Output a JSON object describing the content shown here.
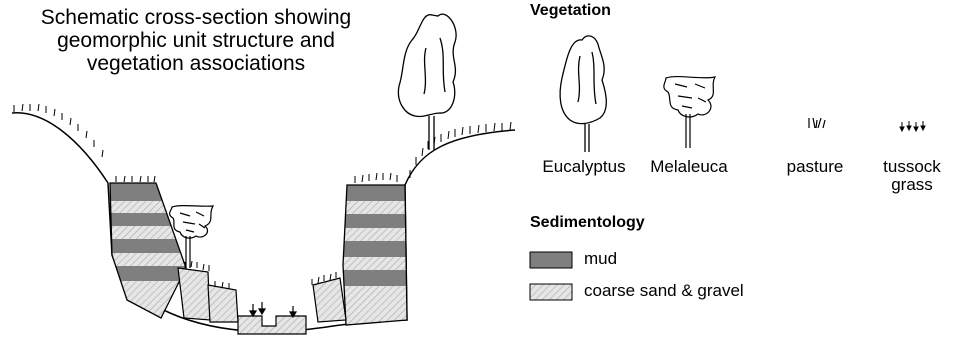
{
  "title_lines": [
    "Schematic cross-section showing",
    "geomorphic unit structure and",
    "vegetation associations"
  ],
  "vegetation": {
    "heading": "Vegetation",
    "items": [
      {
        "label": "Eucalyptus",
        "icon": "eucalyptus-icon"
      },
      {
        "label": "Melaleuca",
        "icon": "melaleuca-icon"
      },
      {
        "label": "pasture",
        "icon": "pasture-icon"
      },
      {
        "label_lines": [
          "tussock",
          "grass"
        ],
        "icon": "tussock-grass-icon"
      }
    ]
  },
  "sedimentology": {
    "heading": "Sedimentology",
    "items": [
      {
        "label": "mud",
        "color": "#7f7f7f"
      },
      {
        "label": "coarse sand & gravel",
        "color": "#dcdcdc"
      }
    ]
  }
}
